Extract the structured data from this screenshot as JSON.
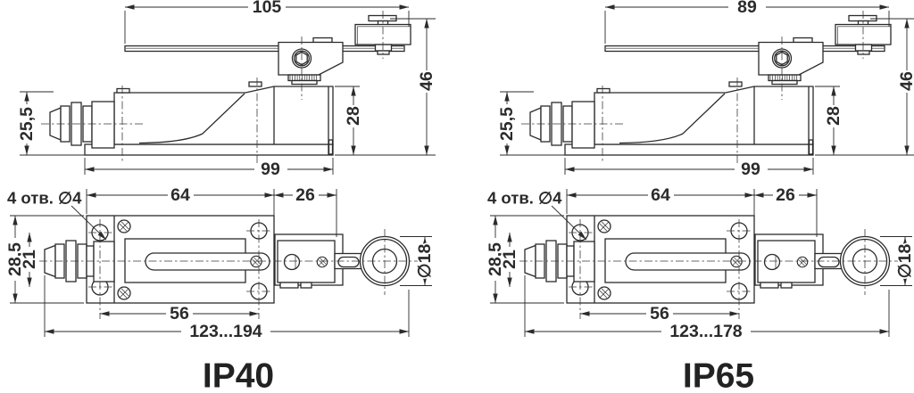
{
  "document": {
    "background_color": "#ffffff",
    "line_color": "#2b2b2b",
    "drawing_type": "limit switch dimensional drawing, two variants"
  },
  "figures": [
    {
      "label": "IP40",
      "side_view": {
        "lever_length": "105",
        "overall_height": "46",
        "left_height": "25,5",
        "body_height": "28",
        "body_length": "99"
      },
      "top_view": {
        "holes_note": "4 отв. ∅4",
        "body_width": "64",
        "bracket_width": "26",
        "plate_width": "28,5",
        "holes_distance": "21",
        "roller_diameter": "∅18",
        "slot_length": "56",
        "adjustable_length": "123...194"
      }
    },
    {
      "label": "IP65",
      "side_view": {
        "lever_length": "89",
        "overall_height": "46",
        "left_height": "25,5",
        "body_height": "28",
        "body_length": "99"
      },
      "top_view": {
        "holes_note": "4 отв. ∅4",
        "body_width": "64",
        "bracket_width": "26",
        "plate_width": "28,5",
        "holes_distance": "21",
        "roller_diameter": "∅18",
        "slot_length": "56",
        "adjustable_length": "123...178"
      }
    }
  ]
}
